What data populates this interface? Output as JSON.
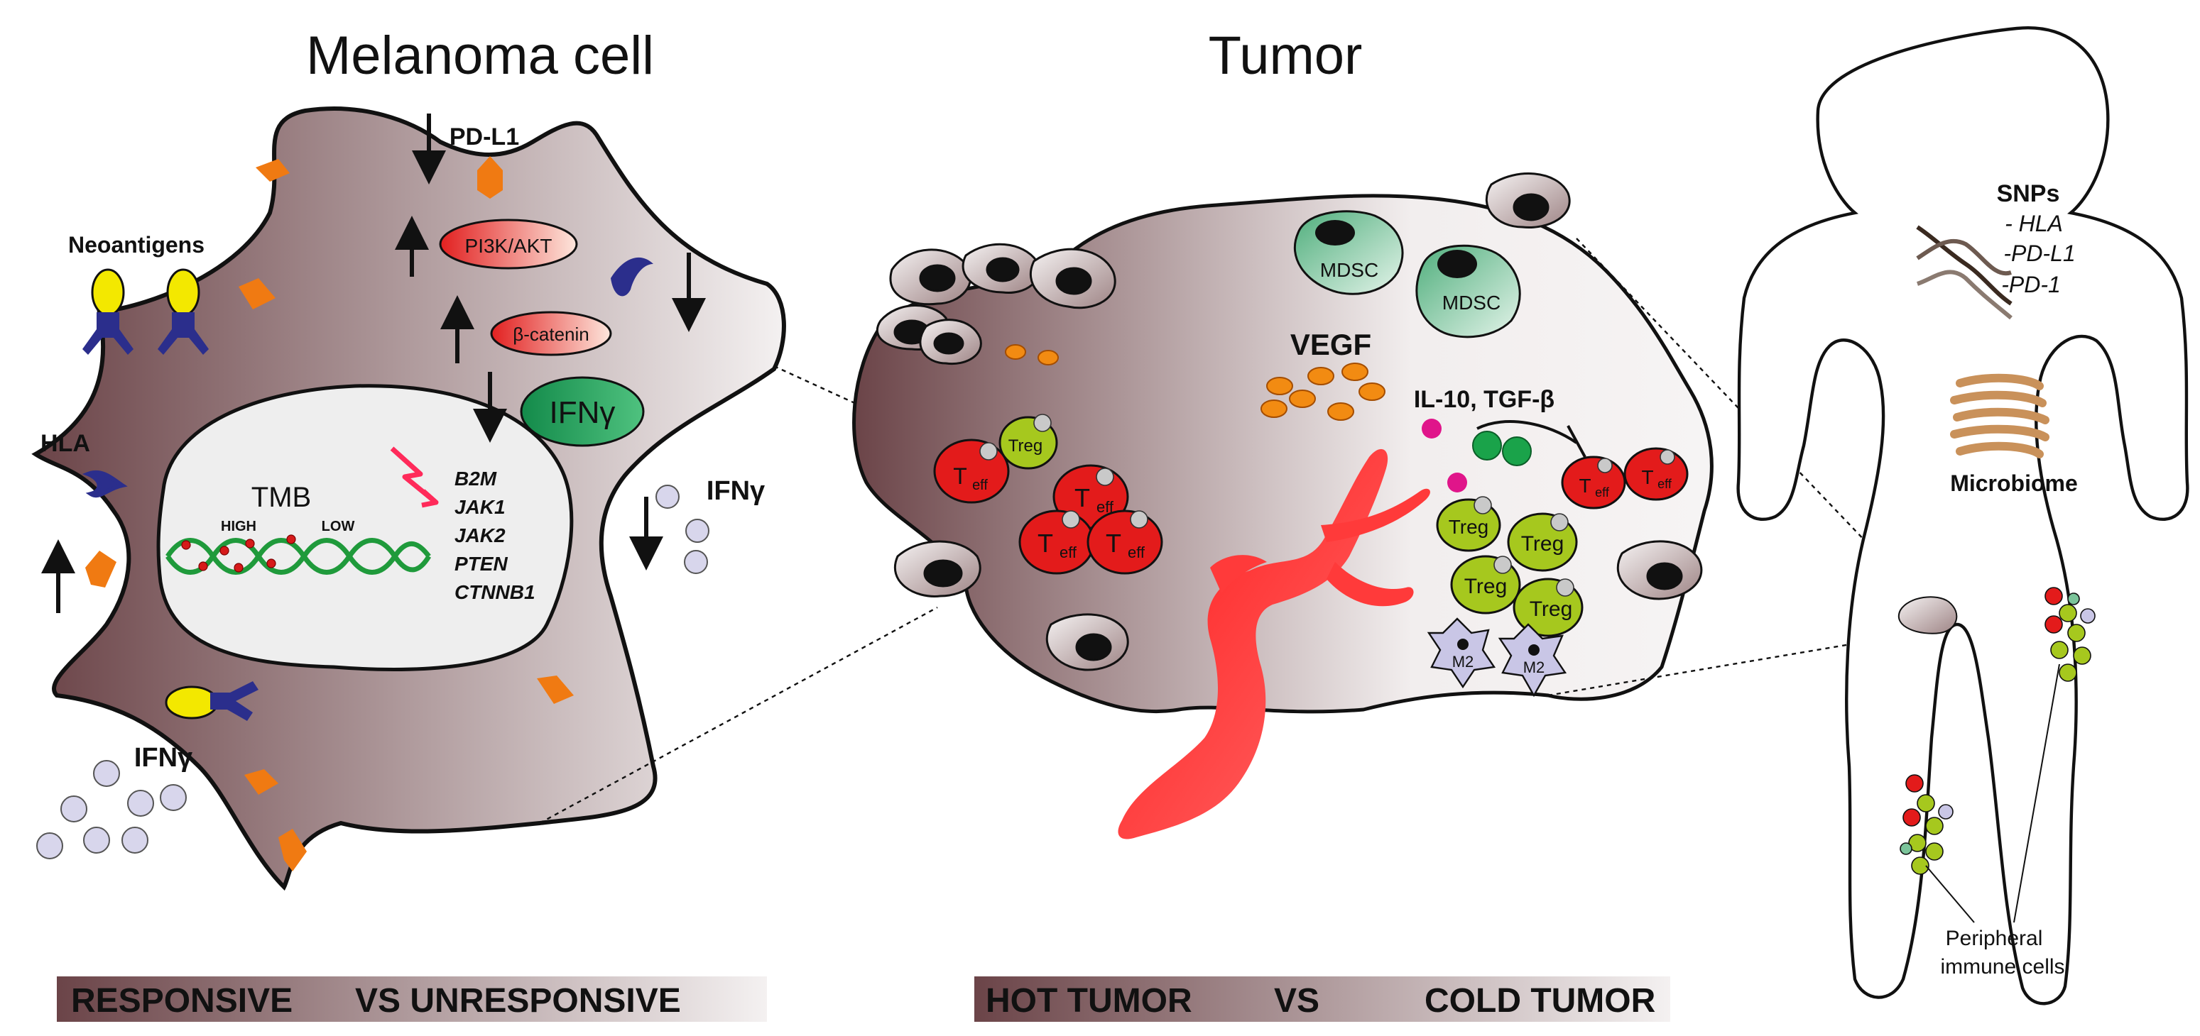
{
  "panels": {
    "melanoma": {
      "title": "Melanoma cell",
      "pd_l1": "PD-L1",
      "pi3k": "PI3K/AKT",
      "beta_catenin": "β-catenin",
      "ifng_nucleus": "IFNγ",
      "neoantigens": "Neoantigens",
      "hla": "HLA",
      "ifng_right": "IFNγ",
      "ifng_bottom": "IFNγ",
      "tmb": "TMB",
      "high": "HIGH",
      "low": "LOW",
      "genes": [
        "B2M",
        "JAK1",
        "JAK2",
        "PTEN",
        "CTNNB1"
      ]
    },
    "tumor": {
      "title": "Tumor",
      "vegf": "VEGF",
      "il10_tgf": "IL-10, TGF-β",
      "mdsc": "MDSC",
      "treg": "Treg",
      "teff_main": "T",
      "teff_sub": "eff",
      "m2": "M2"
    },
    "body": {
      "snps": "SNPs",
      "snp_list": [
        "- HLA",
        "-PD-L1",
        "-PD-1"
      ],
      "microbiome": "Microbiome",
      "peripheral": [
        "Peripheral",
        "immune cells"
      ]
    }
  },
  "legend": {
    "responsive": "RESPONSIVE",
    "vs_unresponsive": "VS UNRESPONSIVE",
    "hot": "HOT TUMOR",
    "vs": "VS",
    "cold": "COLD TUMOR"
  },
  "colors": {
    "cell_dark": "#6b4448",
    "cell_light": "#f3f0f0",
    "receptor": "#2b2e8c",
    "antigen": "#f3e800",
    "orange": "#f07a12",
    "teff": "#e31b1b",
    "treg": "#a6c81e",
    "mdsc": "#7bc49a",
    "m2": "#c9c6e6",
    "ifng_green": "#1f9a57",
    "dna": "#1f9a3b",
    "vessel": "#ff2a2a"
  }
}
